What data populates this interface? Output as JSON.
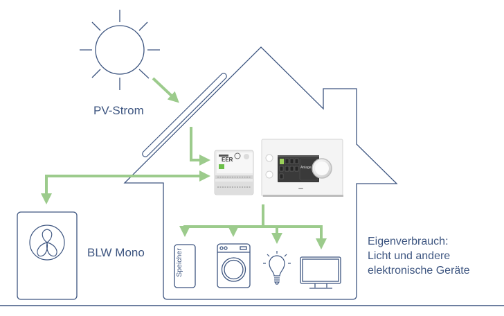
{
  "diagram": {
    "title": "PV-Eigenverbrauch mit BLW Mono",
    "colors": {
      "outline": "#3d5580",
      "flow_arrow": "#9ccb8c",
      "background": "#ffffff",
      "device_body": "#f2f2f2",
      "screen": "#3a3a3a",
      "screen_accent": "#9bd05a"
    },
    "labels": {
      "pv": "PV-Strom",
      "heat_pump": "BLW Mono",
      "self_consumption": [
        "Eigenverbrauch:",
        "Licht und andere",
        "elektronische Geräte"
      ],
      "storage": "Speicher",
      "energy_manager": "EER",
      "display_text": "Anlage"
    },
    "nodes": [
      {
        "id": "sun",
        "icon": "sun-icon"
      },
      {
        "id": "pv-panel",
        "icon": "solar-panel-icon"
      },
      {
        "id": "energy-manager",
        "icon": "eer-module",
        "label": "EER"
      },
      {
        "id": "controller",
        "icon": "control-panel-display"
      },
      {
        "id": "heat-pump",
        "icon": "fan-icon",
        "label": "BLW Mono"
      },
      {
        "id": "storage",
        "icon": "battery-storage-icon",
        "label": "Speicher"
      },
      {
        "id": "washing-machine",
        "icon": "washing-machine-icon"
      },
      {
        "id": "light",
        "icon": "light-bulb-icon"
      },
      {
        "id": "tv",
        "icon": "monitor-icon"
      }
    ],
    "flows": [
      {
        "from": "sun",
        "to": "pv-panel"
      },
      {
        "from": "pv-panel",
        "to": "energy-manager"
      },
      {
        "from": "energy-manager",
        "to": "heat-pump"
      },
      {
        "from": "controller",
        "to": "storage"
      },
      {
        "from": "controller",
        "to": "washing-machine"
      },
      {
        "from": "controller",
        "to": "light"
      },
      {
        "from": "controller",
        "to": "tv"
      }
    ]
  }
}
